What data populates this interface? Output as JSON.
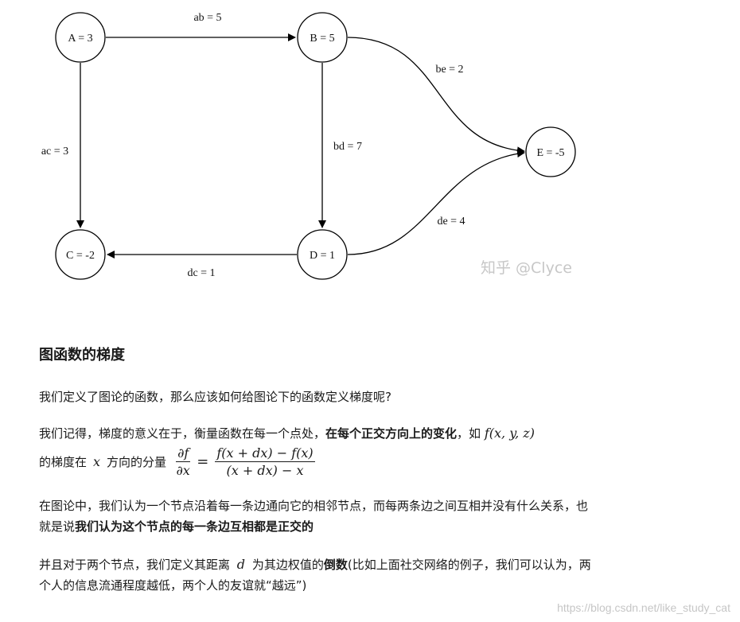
{
  "graph": {
    "nodes": [
      {
        "id": "A",
        "label": "A = 3"
      },
      {
        "id": "B",
        "label": "B = 5"
      },
      {
        "id": "C",
        "label": "C = -2"
      },
      {
        "id": "D",
        "label": "D = 1"
      },
      {
        "id": "E",
        "label": "E = -5"
      }
    ],
    "edges": [
      {
        "id": "ab",
        "label": "ab = 5"
      },
      {
        "id": "ac",
        "label": "ac = 3"
      },
      {
        "id": "bd",
        "label": "bd = 7"
      },
      {
        "id": "be",
        "label": "be = 2"
      },
      {
        "id": "de",
        "label": "de = 4"
      },
      {
        "id": "dc",
        "label": "dc = 1"
      }
    ],
    "zhihu_watermark": "知乎 @Clyce"
  },
  "doc": {
    "heading": "图函数的梯度",
    "p1": "我们定义了图论的函数，那么应该如何给图论下的函数定义梯度呢?",
    "p2_a": "我们记得，梯度的意义在于，衡量函数在每一个点处，",
    "p2_b": "在每个正交方向上的变化",
    "p2_c": "，如",
    "p2_fn": "f(x, y, z)",
    "p2_d": "的梯度在",
    "p2_var": "x",
    "p2_e": "方向的分量",
    "frac1_num": "∂f",
    "frac1_den": "∂x",
    "eq": "=",
    "frac2_num": "f(x + dx) − f(x)",
    "frac2_den": "(x + dx) − x",
    "p3_a": "在图论中，我们认为一个节点沿着每一条边通向它的相邻节点，而每两条边之间互相并没有什么关系，也就是说",
    "p3_b": "我们认为这个节点的每一条边互相都是正交的",
    "p4_a": "并且对于两个节点，我们定义其距离",
    "p4_var": "d",
    "p4_b": "为其边权值的",
    "p4_c": "倒数",
    "p4_d": "(比如上面社交网络的例子，我们可以认为，两个人的信息流通程度越低，两个人的友谊就“越远”)"
  },
  "watermark": "https://blog.csdn.net/like_study_cat"
}
